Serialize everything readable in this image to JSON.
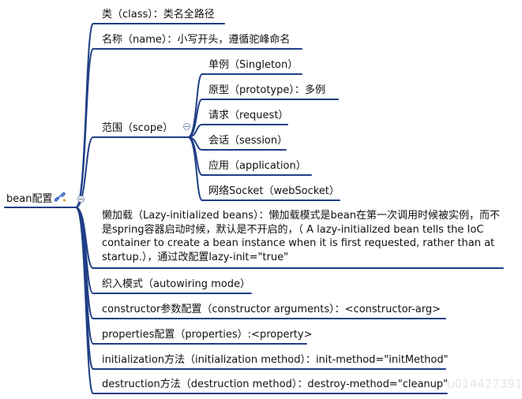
{
  "root": {
    "label": "bean配置",
    "link_icon": "link-icon",
    "toggle_icon": "collapse-toggle-icon"
  },
  "branches": [
    {
      "id": "class",
      "label": "类（class）：类名全路径"
    },
    {
      "id": "name",
      "label": "名称（name）：小写开头，遵循驼峰命名"
    },
    {
      "id": "scope",
      "label": "范围（scope）",
      "toggle_icon": "collapse-toggle-icon",
      "children": [
        {
          "id": "singleton",
          "label": "单例（Singleton）"
        },
        {
          "id": "prototype",
          "label": "原型（prototype）：多例"
        },
        {
          "id": "request",
          "label": "请求（request）"
        },
        {
          "id": "session",
          "label": "会话（session）"
        },
        {
          "id": "application",
          "label": "应用（application）"
        },
        {
          "id": "websocket",
          "label": "网络Socket（webSocket）"
        }
      ]
    },
    {
      "id": "lazy",
      "lines": [
        "懒加载（Lazy-initialized beans）：懒加载模式是bean在第一次调用时候被实例，而不",
        "是spring容器启动时候，默认是不开启的，（ A lazy-initialized bean tells the IoC",
        "container to create a bean instance when it is first requested, rather than at",
        "startup.），通过改配置lazy-init=\"true\""
      ]
    },
    {
      "id": "autowiring",
      "label": "织入模式（autowiring mode）"
    },
    {
      "id": "constructor",
      "label": "constructor参数配置（constructor arguments）：<constructor-arg>"
    },
    {
      "id": "properties",
      "label": "properties配置（properties）:<property>"
    },
    {
      "id": "init",
      "label": "initialization方法（initialization method）：init-method=\"initMethod\""
    },
    {
      "id": "destroy",
      "label": "destruction方法（destruction method）：destroy-method=\"cleanup\""
    }
  ],
  "watermark": "u014427391",
  "colors": {
    "line": "#1f3f86",
    "text": "#111111",
    "toggle_border": "#7a8fb8",
    "watermark": "#e6e6e6"
  }
}
